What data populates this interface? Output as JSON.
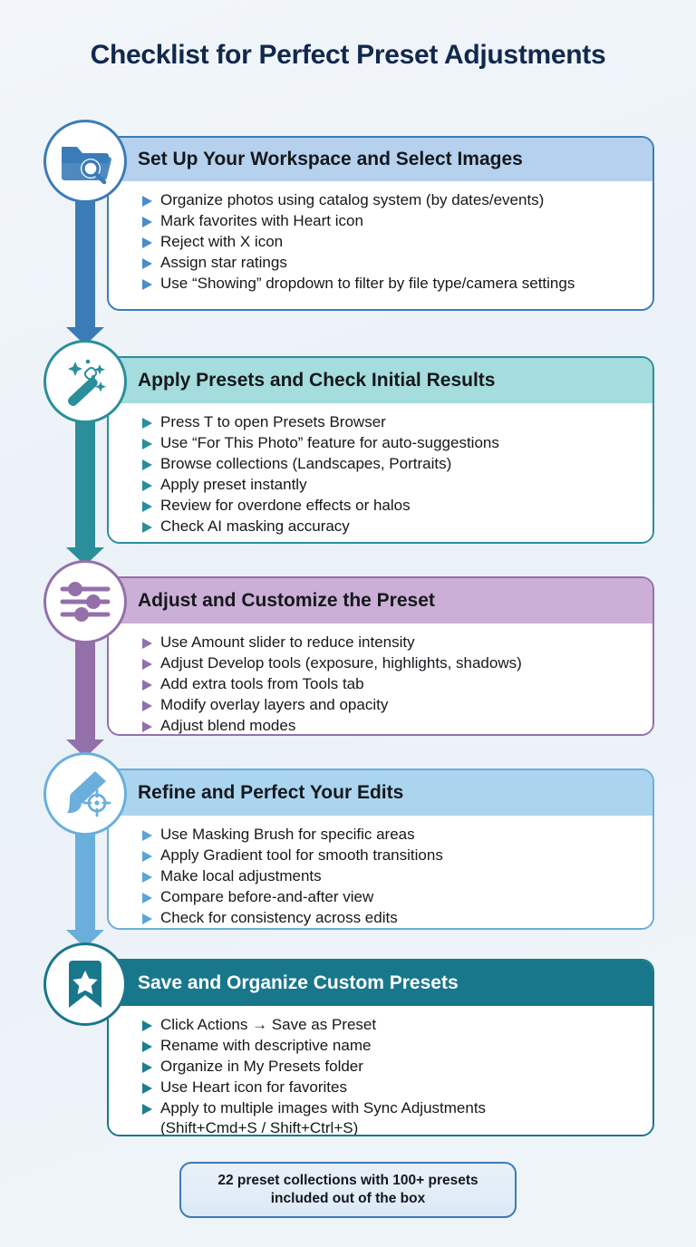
{
  "title": "Checklist for Perfect Preset Adjustments",
  "background_color": "#eef3f8",
  "steps": [
    {
      "icon": "folder-search-icon",
      "heading": "Set Up Your Workspace and Select Images",
      "header_bg": "#b5d1ee",
      "header_text_color": "#15181c",
      "border_color": "#3b7cb8",
      "accent": "#3b7cb8",
      "bullet_color": "#4a8ec9",
      "items": [
        "Organize photos using catalog system (by dates/events)",
        "Mark favorites with Heart icon",
        "Reject with X icon",
        "Assign star ratings",
        "Use “Showing” dropdown to filter by file type/camera settings"
      ]
    },
    {
      "icon": "magic-wand-icon",
      "heading": "Apply Presets and Check Initial Results",
      "header_bg": "#a5dcdd",
      "header_text_color": "#15181c",
      "border_color": "#2a8f9b",
      "accent": "#2a8f9b",
      "bullet_color": "#2a8f9b",
      "items": [
        "Press T to open Presets Browser",
        "Use “For This Photo” feature for auto-suggestions",
        "Browse collections (Landscapes, Portraits)",
        "Apply preset instantly",
        "Review for overdone effects or halos",
        "Check AI masking accuracy"
      ]
    },
    {
      "icon": "sliders-icon",
      "heading": "Adjust and Customize the Preset",
      "header_bg": "#cbafd6",
      "header_text_color": "#15181c",
      "border_color": "#9470ab",
      "accent": "#9470ab",
      "bullet_color": "#9470ab",
      "items": [
        "Use Amount slider to reduce intensity",
        "Adjust Develop tools (exposure, highlights, shadows)",
        "Add extra tools from Tools tab",
        "Modify overlay layers and opacity",
        "Adjust blend modes"
      ]
    },
    {
      "icon": "brush-target-icon",
      "heading": "Refine and Perfect Your Edits",
      "header_bg": "#abd5ef",
      "header_text_color": "#15181c",
      "border_color": "#6aafdc",
      "accent": "#6aafdc",
      "bullet_color": "#5ba4d6",
      "items": [
        "Use Masking Brush for specific areas",
        "Apply Gradient tool for smooth transitions",
        "Make local adjustments",
        "Compare before-and-after view",
        "Check for consistency across edits"
      ]
    },
    {
      "icon": "bookmark-star-icon",
      "heading": "Save and Organize Custom Presets",
      "header_bg": "#19778c",
      "header_text_color": "#ffffff",
      "border_color": "#19778c",
      "accent": "#19778c",
      "bullet_color": "#1d7e91",
      "items": [
        "Click Actions → Save as Preset",
        "Rename with descriptive name",
        "Organize in My Presets folder",
        "Use Heart icon for favorites",
        "Apply to multiple images with Sync Adjustments\n(Shift+Cmd+S / Shift+Ctrl+S)"
      ]
    }
  ],
  "footer": {
    "line1": "22 preset collections with 100+ presets",
    "line2": "included out of the box",
    "border_color": "#3b7cb8"
  }
}
